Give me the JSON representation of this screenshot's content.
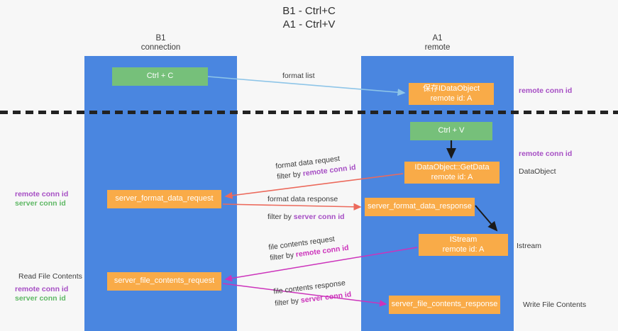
{
  "title": {
    "line1": "B1 - Ctrl+C",
    "line2": "A1 - Ctrl+V"
  },
  "lanes": [
    {
      "id": "b1",
      "name": "B1",
      "role": "connection"
    },
    {
      "id": "a1",
      "name": "A1",
      "role": "remote"
    }
  ],
  "nodes": {
    "ctrl_c": {
      "label": "Ctrl + C",
      "sub": "",
      "color": "#76c07a"
    },
    "idataobject": {
      "label": "保存IDataObject",
      "sub": "remote id: A",
      "color": "#f9ab48"
    },
    "ctrl_v": {
      "label": "Ctrl + V",
      "sub": "",
      "color": "#76c07a"
    },
    "getdata": {
      "label": "IDataObject::GetData",
      "sub": "remote id: A",
      "color": "#f9ab48"
    },
    "server_format_data_request": {
      "label": "server_format_data_request",
      "sub": "",
      "color": "#f9ab48"
    },
    "server_format_data_response": {
      "label": "server_format_data_response",
      "sub": "",
      "color": "#f9ab48"
    },
    "istream": {
      "label": "IStream",
      "sub": "remote id: A",
      "color": "#f9ab48"
    },
    "server_file_contents_request": {
      "label": "server_file_contents_request",
      "sub": "",
      "color": "#f9ab48"
    },
    "server_file_contents_response": {
      "label": "server_file_contents_response",
      "sub": "",
      "color": "#f9ab48"
    }
  },
  "messages": {
    "format_list": "format list",
    "format_data_request": "format data request",
    "format_data_request_filter_prefix": "filter by ",
    "format_data_request_filter_key": "remote conn id",
    "format_data_response": "format data response",
    "format_data_response_filter_prefix": "filter by ",
    "format_data_response_filter_key": "server conn id",
    "file_contents_request": "file contents request",
    "file_contents_request_filter_prefix": "filter by ",
    "file_contents_request_filter_key": "remote conn id",
    "file_contents_response": "file contents response",
    "file_contents_response_filter_prefix": "filter by ",
    "file_contents_response_filter_key": "server conn id"
  },
  "annotations": {
    "right_remote_conn_id_top": "remote conn id",
    "right_remote_conn_id_mid": "remote conn id",
    "dataobject": "DataObject",
    "istream": "Istream",
    "write_file_contents": "Write File Contents",
    "read_file_contents": "Read File Contents",
    "left_remote_conn_id_mid": "remote conn id",
    "left_server_conn_id_mid": "server conn id",
    "left_remote_conn_id_bottom": "remote conn id",
    "left_server_conn_id_bottom": "server conn id"
  },
  "colors": {
    "lane": "#4a86e0",
    "green_node": "#76c07a",
    "orange_node": "#f9ab48",
    "purple_text": "#a64ec4",
    "magenta_text": "#cc33bb",
    "green_text": "#5fb865",
    "red_arrow": "#ec6a5c",
    "blue_arrow": "#8ec5e8",
    "black_arrow": "#1a1a1a",
    "background": "#f7f7f7"
  }
}
